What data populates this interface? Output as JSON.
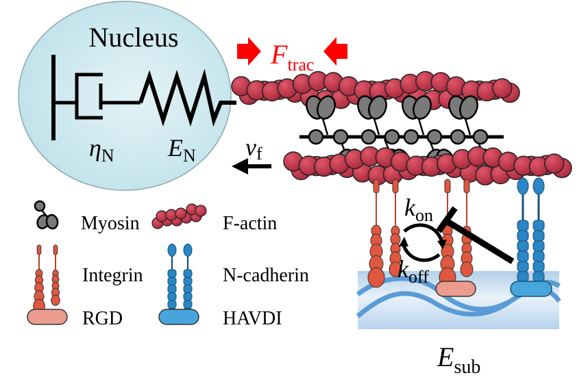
{
  "nucleus": {
    "title": "Nucleus",
    "dashpot_symbol": "η",
    "dashpot_sub": "N",
    "spring_symbol": "E",
    "spring_sub": "N",
    "fill_color": "#cfe9ef"
  },
  "traction": {
    "symbol": "F",
    "sub": "trac",
    "color": "#ff0000"
  },
  "flow": {
    "symbol": "v",
    "sub": "f"
  },
  "binding": {
    "kon_symbol": "k",
    "kon_sub": "on",
    "koff_symbol": "k",
    "koff_sub": "off"
  },
  "substrate": {
    "symbol": "E",
    "sub": "sub",
    "fill_color": "#c4dcef",
    "fiber_color": "#5b9bd5"
  },
  "legend": {
    "items": [
      {
        "icon": "myosin-icon",
        "label": "Myosin"
      },
      {
        "icon": "f-actin-icon",
        "label": "F-actin"
      },
      {
        "icon": "integrin-icon",
        "label": "Integrin"
      },
      {
        "icon": "n-cadherin-icon",
        "label": "N-cadherin"
      },
      {
        "icon": "rgd-icon",
        "label": "RGD"
      },
      {
        "icon": "havdi-icon",
        "label": "HAVDI"
      }
    ]
  },
  "colors": {
    "actin": "#c8394b",
    "myosin": "#7a7a7a",
    "integrin": "#e0573f",
    "cadherin": "#2a86c5",
    "rgd": "#ec9c8e",
    "havdi": "#47a5dc"
  }
}
